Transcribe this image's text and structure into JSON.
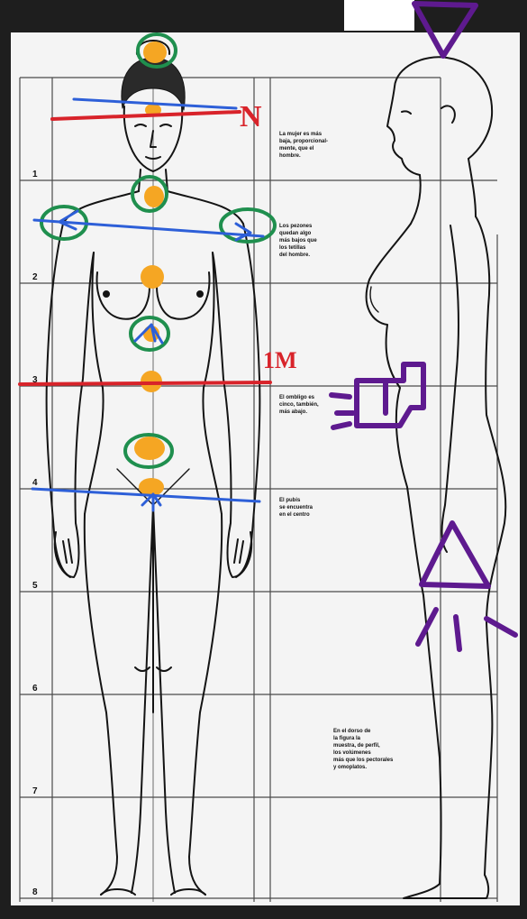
{
  "diagram": {
    "row_numbers": [
      "1",
      "2",
      "3",
      "4",
      "5",
      "6",
      "7",
      "8"
    ],
    "captions": [
      {
        "id": "caption-head",
        "lines": [
          "La mujer es más",
          "baja, proporcional-",
          "mente, que el",
          "hombre."
        ]
      },
      {
        "id": "caption-shoulders",
        "lines": [
          "Los pezones",
          "quedan algo",
          "más bajos que",
          "los tetillas",
          "del hombre."
        ]
      },
      {
        "id": "caption-navel",
        "lines": [
          "El ombligo es",
          "cinco, también,",
          "más abajo."
        ]
      },
      {
        "id": "caption-pubis",
        "lines": [
          "El pubis",
          "se encuentra",
          "en el centro"
        ]
      },
      {
        "id": "caption-profile",
        "lines": [
          "En el dorso de",
          "la figura la",
          "muestra, de perfil,",
          "los volúmenes",
          "más que los pectorales",
          "y omoplatos."
        ]
      }
    ],
    "annotations": {
      "red_top_label": "N",
      "red_mid_label": "1M"
    },
    "colors": {
      "paper": "#f4f4f4",
      "grid": "#4a4a4a",
      "ink": "#141414",
      "orange_dot": "#f5a623",
      "green_circle": "#1f8f4e",
      "blue_line": "#2d5fd8",
      "red_line": "#d8232a",
      "purple_marks": "#5e1a8f"
    }
  }
}
